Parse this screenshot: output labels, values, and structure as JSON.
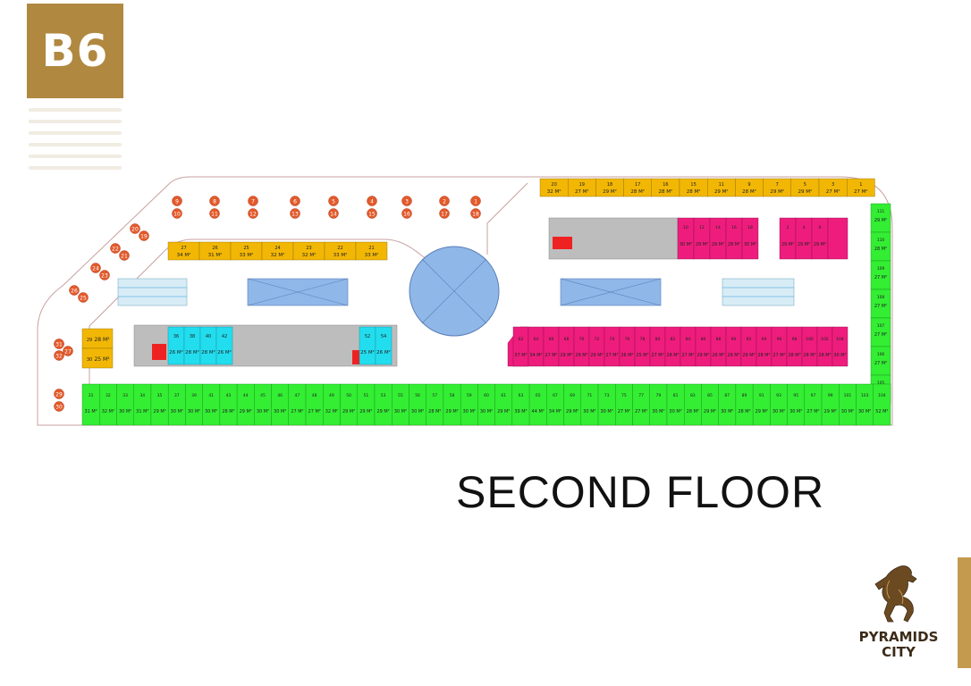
{
  "building_code": "B6",
  "floor_title": "SECOND FLOOR",
  "brand": {
    "name_line1": "PYRAMIDS",
    "name_line2": "CITY",
    "logo_icon": "rearing-horse-icon"
  },
  "colors": {
    "badge": "#b08840",
    "yellow_unit": "#f2b705",
    "green_unit": "#33ee33",
    "pink_unit": "#ee1d7d",
    "cyan_unit": "#22ddee",
    "pool": "#8fb7e8",
    "brand_gold": "#c49a4f"
  },
  "kiosks_top": [
    "9",
    "10",
    "8",
    "11",
    "7",
    "12",
    "6",
    "13",
    "5",
    "14",
    "4",
    "15",
    "3",
    "16",
    "2",
    "17",
    "1",
    "18"
  ],
  "kiosks_diag": [
    "20",
    "19",
    "22",
    "21",
    "24",
    "23",
    "26",
    "25",
    "28",
    "27"
  ],
  "kiosks_left": [
    "31",
    "32",
    "29",
    "30"
  ],
  "yellow_top_row": {
    "numbers": [
      "20",
      "19",
      "18",
      "17",
      "16",
      "15",
      "11",
      "9",
      "7",
      "5",
      "3",
      "1"
    ],
    "areas": [
      "32 M²",
      "27 M²",
      "29 M²",
      "28 M²",
      "28 M²",
      "28 M²",
      "29 M²",
      "28 M²",
      "29 M²",
      "29 M²",
      "27 M²",
      "27 M²"
    ]
  },
  "yellow_inner_row": {
    "numbers": [
      "27",
      "26",
      "25",
      "24",
      "23",
      "22",
      "21"
    ],
    "areas": [
      "34 M²",
      "31 M²",
      "33 M²",
      "32 M²",
      "32 M²",
      "33 M²",
      "33 M²"
    ]
  },
  "yellow_left_units": {
    "numbers": [
      "29",
      "30"
    ],
    "areas": [
      "28 M²",
      "25 M²"
    ]
  },
  "green_right_column": {
    "numbers": [
      "111",
      "110",
      "109",
      "108",
      "107",
      "106",
      "105"
    ],
    "areas": [
      "29 M²",
      "28 M²",
      "27 M²",
      "27 M²",
      "27 M²",
      "27 M²",
      "27 M²"
    ]
  },
  "cyan_units": {
    "numbers": [
      "36",
      "38",
      "40",
      "42",
      "52",
      "54"
    ],
    "areas": [
      "26 M²",
      "28 M²",
      "28 M²",
      "26 M²",
      "25 M²",
      "26 M²"
    ]
  },
  "pink_top_units": {
    "numbers": [
      "10",
      "12",
      "14",
      "16",
      "18",
      "2",
      "4",
      "6"
    ],
    "areas": [
      "30 M²",
      "29 M²",
      "29 M²",
      "28 M²",
      "30 M²",
      "29 M²",
      "29 M²",
      "29 M²"
    ]
  },
  "pink_bottom_units": {
    "numbers": [
      "62",
      "64",
      "66",
      "68",
      "70",
      "72",
      "74",
      "76",
      "78",
      "80",
      "82",
      "84",
      "86",
      "88",
      "90",
      "92",
      "94",
      "96",
      "98",
      "100",
      "102",
      "104"
    ],
    "areas": [
      "37 M²",
      "34 M²",
      "27 M²",
      "29 M²",
      "29 M²",
      "29 M²",
      "27 M²",
      "26 M²",
      "25 M²",
      "27 M²",
      "28 M²",
      "27 M²",
      "29 M²",
      "26 M²",
      "29 M²",
      "29 M²",
      "28 M²",
      "27 M²",
      "28 M²",
      "28 M²",
      "28 M²",
      "30 M²"
    ]
  },
  "green_bottom_row": {
    "numbers": [
      "31",
      "32",
      "33",
      "34",
      "35",
      "37",
      "39",
      "41",
      "43",
      "44",
      "45",
      "46",
      "47",
      "48",
      "49",
      "50",
      "51",
      "53",
      "55",
      "56",
      "57",
      "58",
      "59",
      "60",
      "61",
      "63",
      "65",
      "67",
      "69",
      "71",
      "73",
      "75",
      "77",
      "79",
      "81",
      "83",
      "85",
      "87",
      "89",
      "91",
      "93",
      "95",
      "97",
      "99",
      "101",
      "103",
      "104"
    ],
    "areas": [
      "31 M²",
      "32 M²",
      "30 M²",
      "31 M²",
      "29 M²",
      "30 M²",
      "30 M²",
      "30 M²",
      "28 M²",
      "29 M²",
      "30 M²",
      "30 M²",
      "27 M²",
      "27 M²",
      "32 M²",
      "29 M²",
      "29 M²",
      "29 M²",
      "30 M²",
      "30 M²",
      "28 M²",
      "29 M²",
      "30 M²",
      "30 M²",
      "29 M²",
      "39 M²",
      "44 M²",
      "34 M²",
      "29 M²",
      "30 M²",
      "30 M²",
      "27 M²",
      "27 M²",
      "30 M²",
      "30 M²",
      "28 M²",
      "29 M²",
      "30 M²",
      "28 M²",
      "29 M²",
      "30 M²",
      "30 M²",
      "27 M²",
      "29 M²",
      "30 M²",
      "30 M²",
      "52 M²"
    ]
  }
}
